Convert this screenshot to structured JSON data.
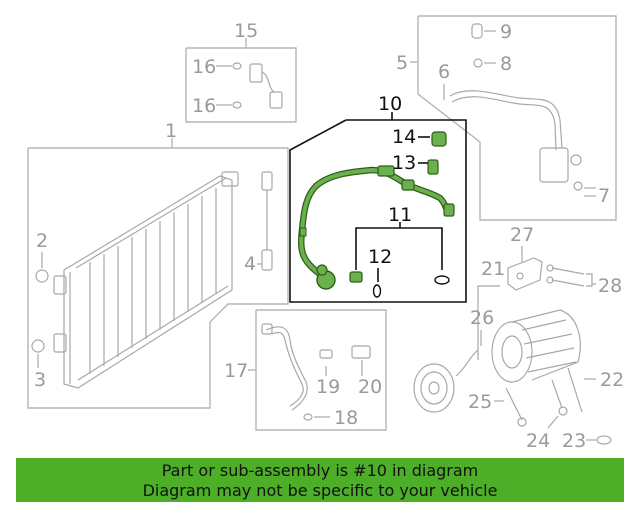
{
  "callouts": {
    "c1": "1",
    "c2": "2",
    "c3": "3",
    "c4": "4",
    "c5": "5",
    "c6": "6",
    "c7": "7",
    "c8": "8",
    "c9": "9",
    "c10": "10",
    "c11": "11",
    "c12": "12",
    "c13": "13",
    "c14": "14",
    "c15": "15",
    "c16a": "16",
    "c16b": "16",
    "c17": "17",
    "c18": "18",
    "c19": "19",
    "c20": "20",
    "c21": "21",
    "c22": "22",
    "c23": "23",
    "c24": "24",
    "c25": "25",
    "c26": "26",
    "c27": "27",
    "c28": "28"
  },
  "banner": {
    "line1": "Part or sub-assembly is #10 in diagram",
    "line2": "Diagram may not be specific to your vehicle"
  },
  "colors": {
    "highlight_part": "#6ab04c",
    "banner_bg": "#4caf27"
  }
}
